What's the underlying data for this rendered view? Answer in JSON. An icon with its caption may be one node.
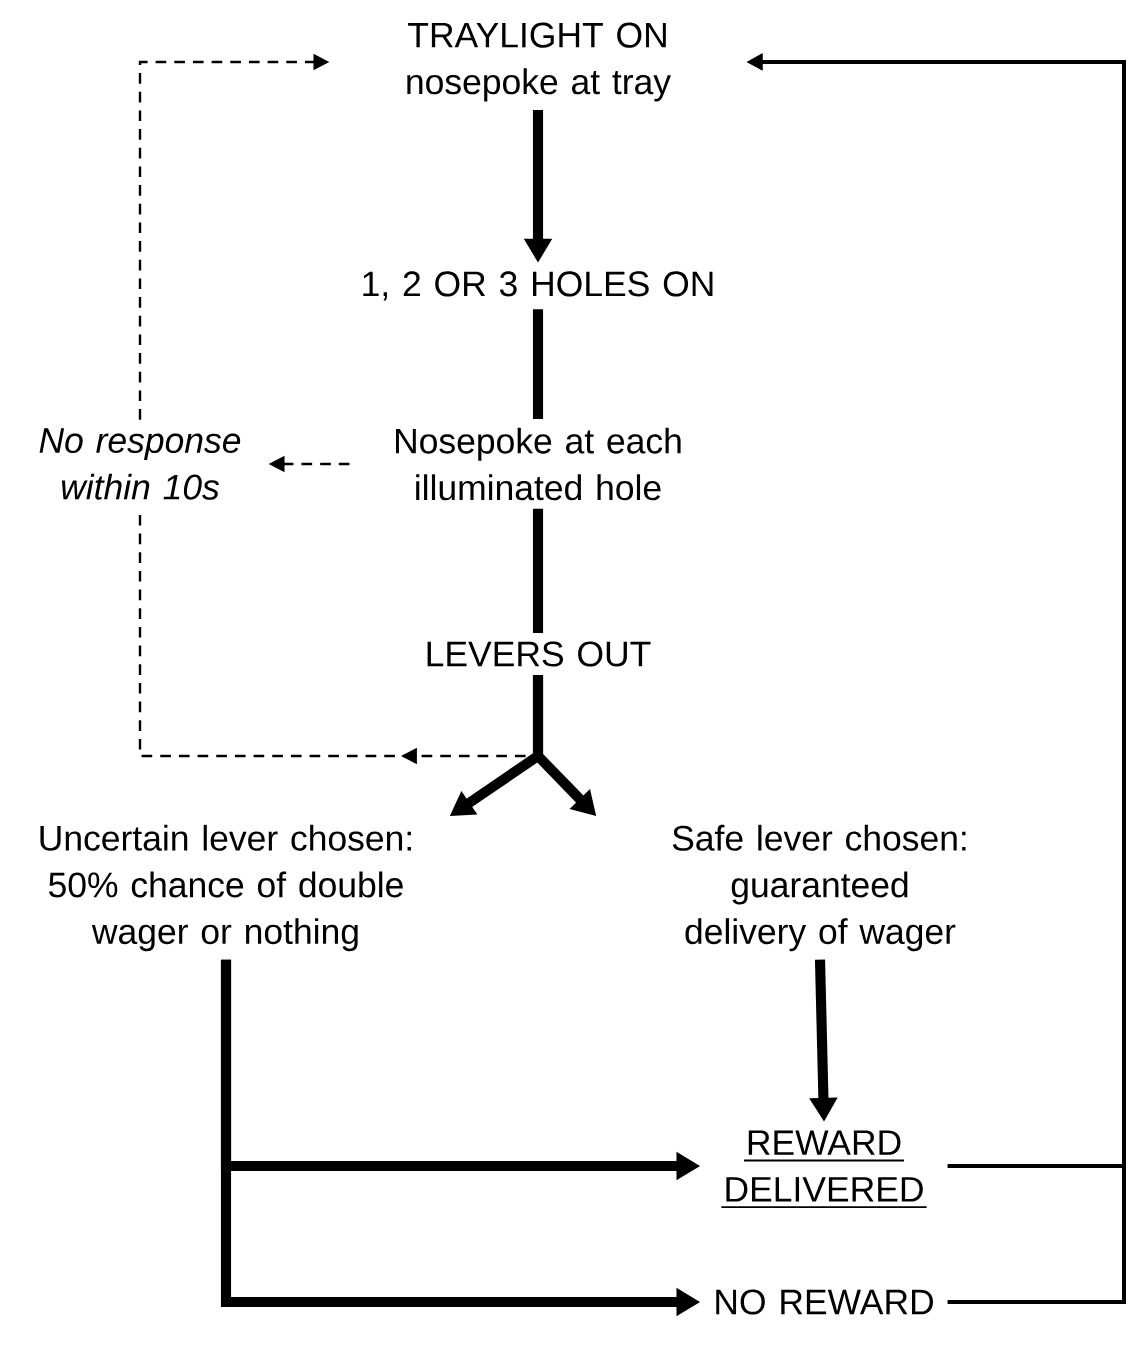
{
  "diagram": {
    "nodes": [
      {
        "text": [
          "TRAYLIGHT ON",
          "nosepoke at tray"
        ]
      },
      {
        "text": [
          "1, 2 OR 3 HOLES ON"
        ]
      },
      {
        "text": [
          "Nosepoke at each illuminated hole"
        ]
      },
      {
        "text": [
          "No response within 10s"
        ]
      },
      {
        "text": [
          "LEVERS OUT"
        ]
      },
      {
        "text": [
          "Uncertain lever chosen: 50% chance of double wager or nothing"
        ]
      },
      {
        "text": [
          "Safe lever chosen: guaranteed delivery of wager"
        ]
      },
      {
        "text": [
          "REWARD DELIVERED"
        ]
      },
      {
        "text": [
          "NO REWARD"
        ]
      }
    ],
    "edges": [
      {
        "from": 0,
        "to": 1,
        "arrow": "to"
      },
      {
        "from": 1,
        "to": 2,
        "arrow": "none"
      },
      {
        "from": 2,
        "to": 4,
        "arrow": "none"
      },
      {
        "from": 2,
        "to": 3,
        "arrow": "to",
        "style": "dashed"
      },
      {
        "from": 3,
        "to": 0,
        "arrow": "to",
        "style": "dashed"
      },
      {
        "from": 4,
        "to": 3,
        "arrow": "to",
        "style": "dashed"
      },
      {
        "from": 4,
        "to": 5,
        "arrow": "to"
      },
      {
        "from": 4,
        "to": 6,
        "arrow": "to"
      },
      {
        "from": 6,
        "to": 7,
        "arrow": "to"
      },
      {
        "from": 5,
        "to": 7,
        "arrow": "to"
      },
      {
        "from": 5,
        "to": 8,
        "arrow": "to"
      },
      {
        "from": 7,
        "to": 0,
        "arrow": "to"
      },
      {
        "from": 8,
        "to": 0,
        "arrow": "to"
      }
    ]
  }
}
